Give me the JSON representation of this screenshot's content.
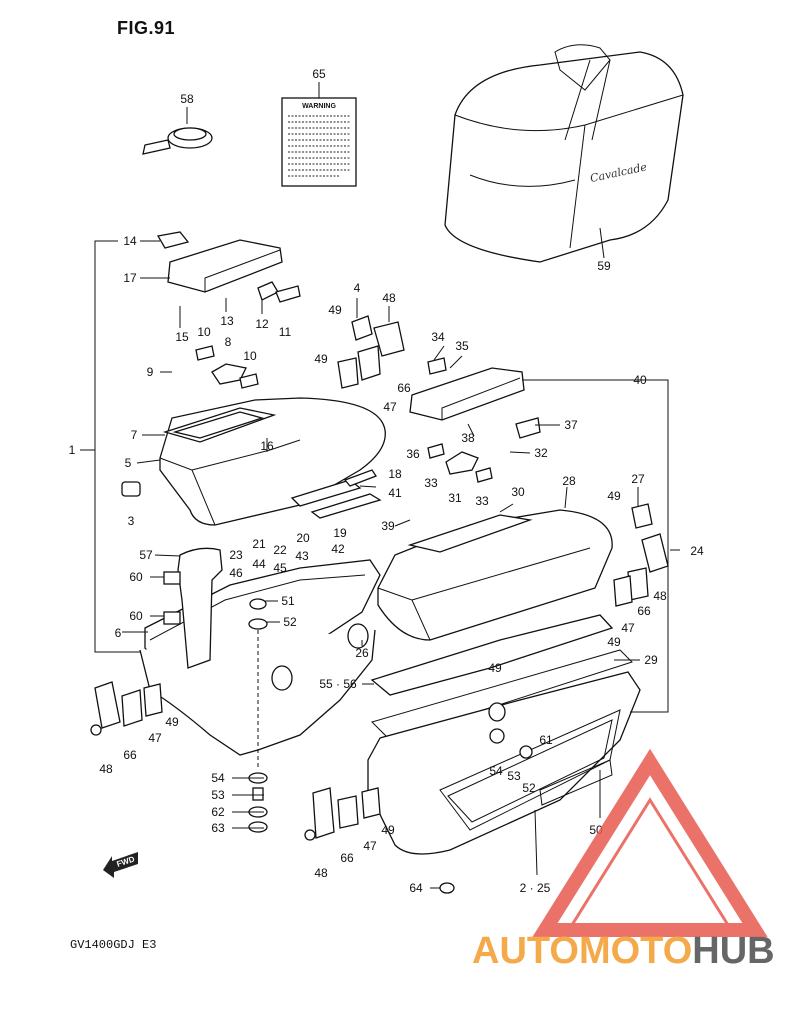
{
  "figure": {
    "title": "FIG.91",
    "model_code": "GV1400GDJ E3"
  },
  "warning_label": {
    "title": "WARNING"
  },
  "bag_script": "Cavalcade",
  "fwd_label": "FWD",
  "watermark": {
    "part1": "AUTOMOTO",
    "part2": "HUB",
    "accent": "#e85a4f",
    "orange": "#f4a94a",
    "gray": "#666666"
  },
  "callouts": [
    {
      "id": "c58",
      "text": "58"
    },
    {
      "id": "c65",
      "text": "65"
    },
    {
      "id": "c59",
      "text": "59"
    },
    {
      "id": "c14",
      "text": "14"
    },
    {
      "id": "c17",
      "text": "17"
    },
    {
      "id": "c15",
      "text": "15"
    },
    {
      "id": "c13",
      "text": "13"
    },
    {
      "id": "c12",
      "text": "12"
    },
    {
      "id": "c11",
      "text": "11"
    },
    {
      "id": "c10a",
      "text": "10"
    },
    {
      "id": "c8",
      "text": "8"
    },
    {
      "id": "c10b",
      "text": "10"
    },
    {
      "id": "c9",
      "text": "9"
    },
    {
      "id": "c1",
      "text": "1"
    },
    {
      "id": "c7",
      "text": "7"
    },
    {
      "id": "c5",
      "text": "5"
    },
    {
      "id": "c16",
      "text": "16"
    },
    {
      "id": "c3",
      "text": "3"
    },
    {
      "id": "c4",
      "text": "4"
    },
    {
      "id": "c48a",
      "text": "48"
    },
    {
      "id": "c49a",
      "text": "49"
    },
    {
      "id": "c49b",
      "text": "49"
    },
    {
      "id": "c66a",
      "text": "66"
    },
    {
      "id": "c47a",
      "text": "47"
    },
    {
      "id": "c34",
      "text": "34"
    },
    {
      "id": "c35",
      "text": "35"
    },
    {
      "id": "c40",
      "text": "40"
    },
    {
      "id": "c36",
      "text": "36"
    },
    {
      "id": "c38",
      "text": "38"
    },
    {
      "id": "c37",
      "text": "37"
    },
    {
      "id": "c32",
      "text": "32"
    },
    {
      "id": "c33a",
      "text": "33"
    },
    {
      "id": "c31",
      "text": "31"
    },
    {
      "id": "c33b",
      "text": "33"
    },
    {
      "id": "c18",
      "text": "18"
    },
    {
      "id": "c41",
      "text": "41"
    },
    {
      "id": "c30",
      "text": "30"
    },
    {
      "id": "c28",
      "text": "28"
    },
    {
      "id": "c27",
      "text": "27"
    },
    {
      "id": "c49c",
      "text": "49"
    },
    {
      "id": "c39",
      "text": "39"
    },
    {
      "id": "c19",
      "text": "19"
    },
    {
      "id": "c20",
      "text": "20"
    },
    {
      "id": "c21",
      "text": "21"
    },
    {
      "id": "c22",
      "text": "22"
    },
    {
      "id": "c43",
      "text": "43"
    },
    {
      "id": "c42",
      "text": "42"
    },
    {
      "id": "c23",
      "text": "23"
    },
    {
      "id": "c24",
      "text": "24"
    },
    {
      "id": "c57",
      "text": "57"
    },
    {
      "id": "c44",
      "text": "44"
    },
    {
      "id": "c45",
      "text": "45"
    },
    {
      "id": "c46",
      "text": "46"
    },
    {
      "id": "c60a",
      "text": "60"
    },
    {
      "id": "c51",
      "text": "51"
    },
    {
      "id": "c52a",
      "text": "52"
    },
    {
      "id": "c60b",
      "text": "60"
    },
    {
      "id": "c6",
      "text": "6"
    },
    {
      "id": "c26",
      "text": "26"
    },
    {
      "id": "c48b",
      "text": "48"
    },
    {
      "id": "c66b",
      "text": "66"
    },
    {
      "id": "c47b",
      "text": "47"
    },
    {
      "id": "c49d",
      "text": "49"
    },
    {
      "id": "c49e",
      "text": "49"
    },
    {
      "id": "c29",
      "text": "29"
    },
    {
      "id": "c55_56",
      "text": "55 · 56"
    },
    {
      "id": "c49f",
      "text": "49"
    },
    {
      "id": "c47c",
      "text": "47"
    },
    {
      "id": "c66c",
      "text": "66"
    },
    {
      "id": "c48c",
      "text": "48"
    },
    {
      "id": "c54a",
      "text": "54"
    },
    {
      "id": "c53a",
      "text": "53"
    },
    {
      "id": "c62",
      "text": "62"
    },
    {
      "id": "c63",
      "text": "63"
    },
    {
      "id": "c61",
      "text": "61"
    },
    {
      "id": "c54b",
      "text": "54"
    },
    {
      "id": "c53b",
      "text": "53"
    },
    {
      "id": "c52b",
      "text": "52"
    },
    {
      "id": "c50",
      "text": "50"
    },
    {
      "id": "c48d",
      "text": "48"
    },
    {
      "id": "c66d",
      "text": "66"
    },
    {
      "id": "c47d",
      "text": "47"
    },
    {
      "id": "c49g",
      "text": "49"
    },
    {
      "id": "c64",
      "text": "64"
    },
    {
      "id": "c2_25",
      "text": "2 · 25"
    }
  ]
}
